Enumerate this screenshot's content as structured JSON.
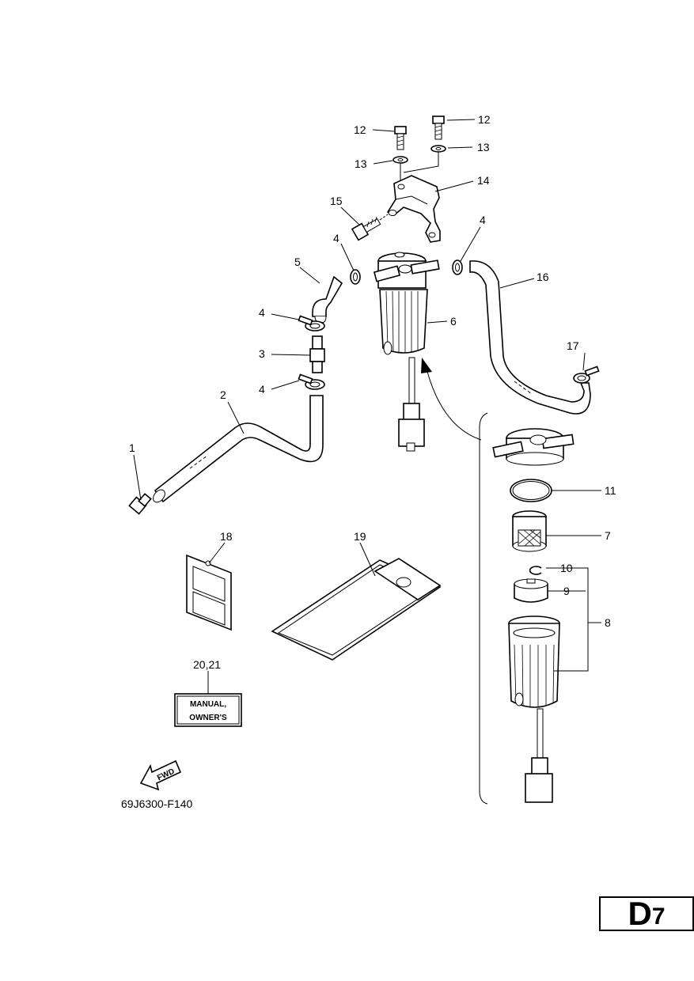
{
  "callouts": [
    {
      "id": "c1",
      "text": "1"
    },
    {
      "id": "c2",
      "text": "2"
    },
    {
      "id": "c3",
      "text": "3"
    },
    {
      "id": "c4a",
      "text": "4"
    },
    {
      "id": "c4b",
      "text": "4"
    },
    {
      "id": "c4c",
      "text": "4"
    },
    {
      "id": "c4d",
      "text": "4"
    },
    {
      "id": "c5",
      "text": "5"
    },
    {
      "id": "c6",
      "text": "6"
    },
    {
      "id": "c7",
      "text": "7"
    },
    {
      "id": "c8",
      "text": "8"
    },
    {
      "id": "c9",
      "text": "9"
    },
    {
      "id": "c10",
      "text": "10"
    },
    {
      "id": "c11",
      "text": "11"
    },
    {
      "id": "c12a",
      "text": "12"
    },
    {
      "id": "c12b",
      "text": "12"
    },
    {
      "id": "c13a",
      "text": "13"
    },
    {
      "id": "c13b",
      "text": "13"
    },
    {
      "id": "c14",
      "text": "14"
    },
    {
      "id": "c15",
      "text": "15"
    },
    {
      "id": "c16",
      "text": "16"
    },
    {
      "id": "c17",
      "text": "17"
    },
    {
      "id": "c18",
      "text": "18"
    },
    {
      "id": "c19",
      "text": "19"
    },
    {
      "id": "c2021",
      "text": "20,21"
    }
  ],
  "manual_label": {
    "line1": "MANUAL,",
    "line2": "OWNER'S"
  },
  "fwd_label": "FWD",
  "drawing_code": "69J6300-F140",
  "page_code": {
    "letter": "D",
    "number": "7"
  }
}
